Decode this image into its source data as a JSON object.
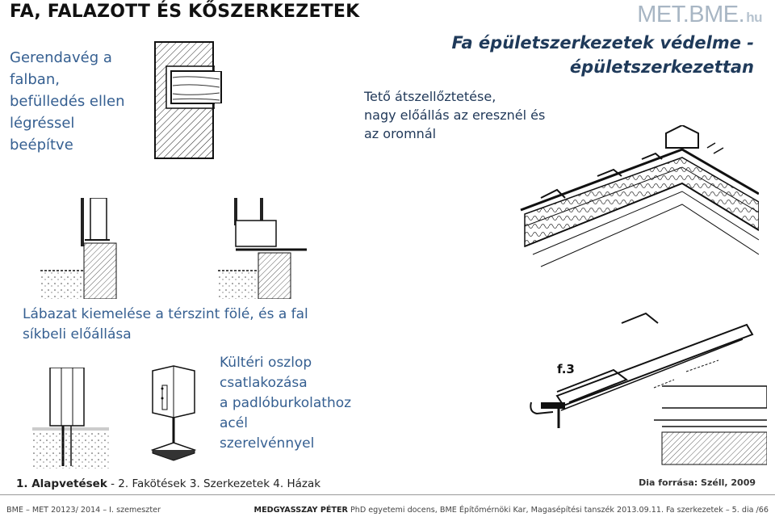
{
  "header": {
    "title": "FA, FALAZOTT ÉS KŐSZERKEZETEK",
    "logo_main": "MET.BME.",
    "logo_suffix": "hu",
    "subtitle_line1": "Fa épületszerkezetek védelme -",
    "subtitle_line2": "épületszerkezettan"
  },
  "captions": {
    "beam_end_l1": "Gerendavég a",
    "beam_end_l2": "falban,",
    "beam_end_l3": "befülledés ellen",
    "beam_end_l4": "légréssel",
    "beam_end_l5": "beépítve",
    "roof_l1": "Tető átszellőztetése,",
    "roof_l2": "nagy előállás az eresznél és",
    "roof_l3": "az oromnál",
    "plinth_l1": "Lábazat kiemelése a térszint fölé, és a fal",
    "plinth_l2": "síkbeli előállása",
    "post_l1": "Kültéri oszlop",
    "post_l2": "csatlakozása",
    "post_l3": "a padlóburkolathoz",
    "post_l4": "acél",
    "post_l5": "szerelvénnyel",
    "detail_label": "f.3"
  },
  "nav": {
    "item1_bold": "1. Alapvetések",
    "item1_rest": " - 2. Fakötések  3. Szerkezetek  4. Házak"
  },
  "source": "Dia forrása: Széll, 2009",
  "footer": {
    "left": "BME – MET  20123/ 2014 – I. szemeszter",
    "author": "MEDGYASSZAY PÉTER",
    "right_rest": " PhD egyetemi docens, BME Építőmérnöki Kar,  Magasépítési tanszék  2013.09.11.  Fa szerkezetek – 5. dia /66"
  },
  "colors": {
    "title": "#111111",
    "caption_blue": "#355f91",
    "subtitle_navy": "#1f3a5a",
    "logo_grey": "#a8b6c4"
  }
}
